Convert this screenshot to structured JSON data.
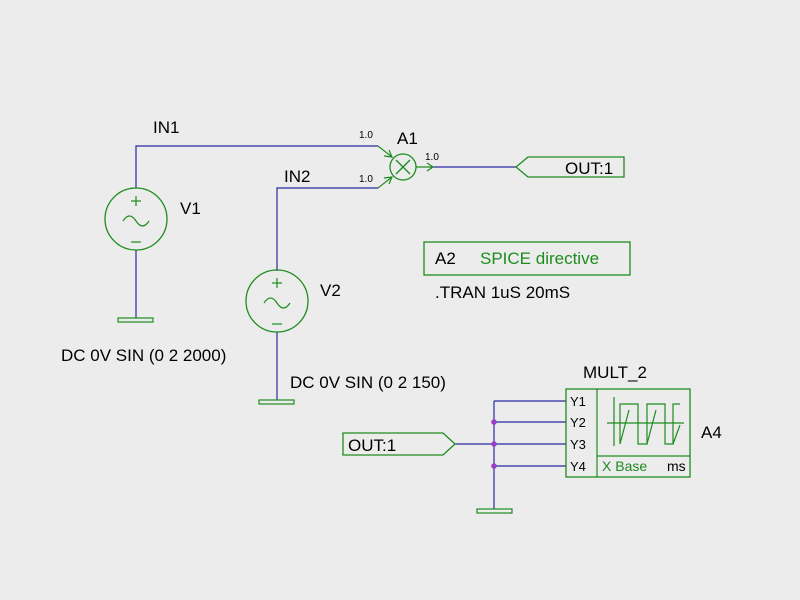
{
  "colors": {
    "background": "#ececec",
    "wire": "#2a2aa0",
    "component": "#1e8c1e",
    "text": "#000000",
    "junction": "#9a3fc8"
  },
  "nets": {
    "in1": "IN1",
    "in2": "IN2"
  },
  "sources": {
    "v1": {
      "name": "V1",
      "spec": "DC 0V SIN (0 2 2000)"
    },
    "v2": {
      "name": "V2",
      "spec": "DC 0V SIN (0 2 150)"
    }
  },
  "multiplier": {
    "name": "A1",
    "gain_in1": "1.0",
    "gain_in2": "1.0",
    "gain_out": "1.0",
    "icon": "multiplier-x-icon"
  },
  "output_port": {
    "label": "OUT:1"
  },
  "directive": {
    "ref": "A2",
    "title": "SPICE directive",
    "command": ".TRAN 1uS 20mS"
  },
  "scope": {
    "title": "MULT_2",
    "ref": "A4",
    "channels": [
      "Y1",
      "Y2",
      "Y3",
      "Y4"
    ],
    "xbase_label": "X Base",
    "xbase_unit": "ms",
    "icon": "square-wave-icon"
  },
  "input_port": {
    "label": "OUT:1"
  }
}
